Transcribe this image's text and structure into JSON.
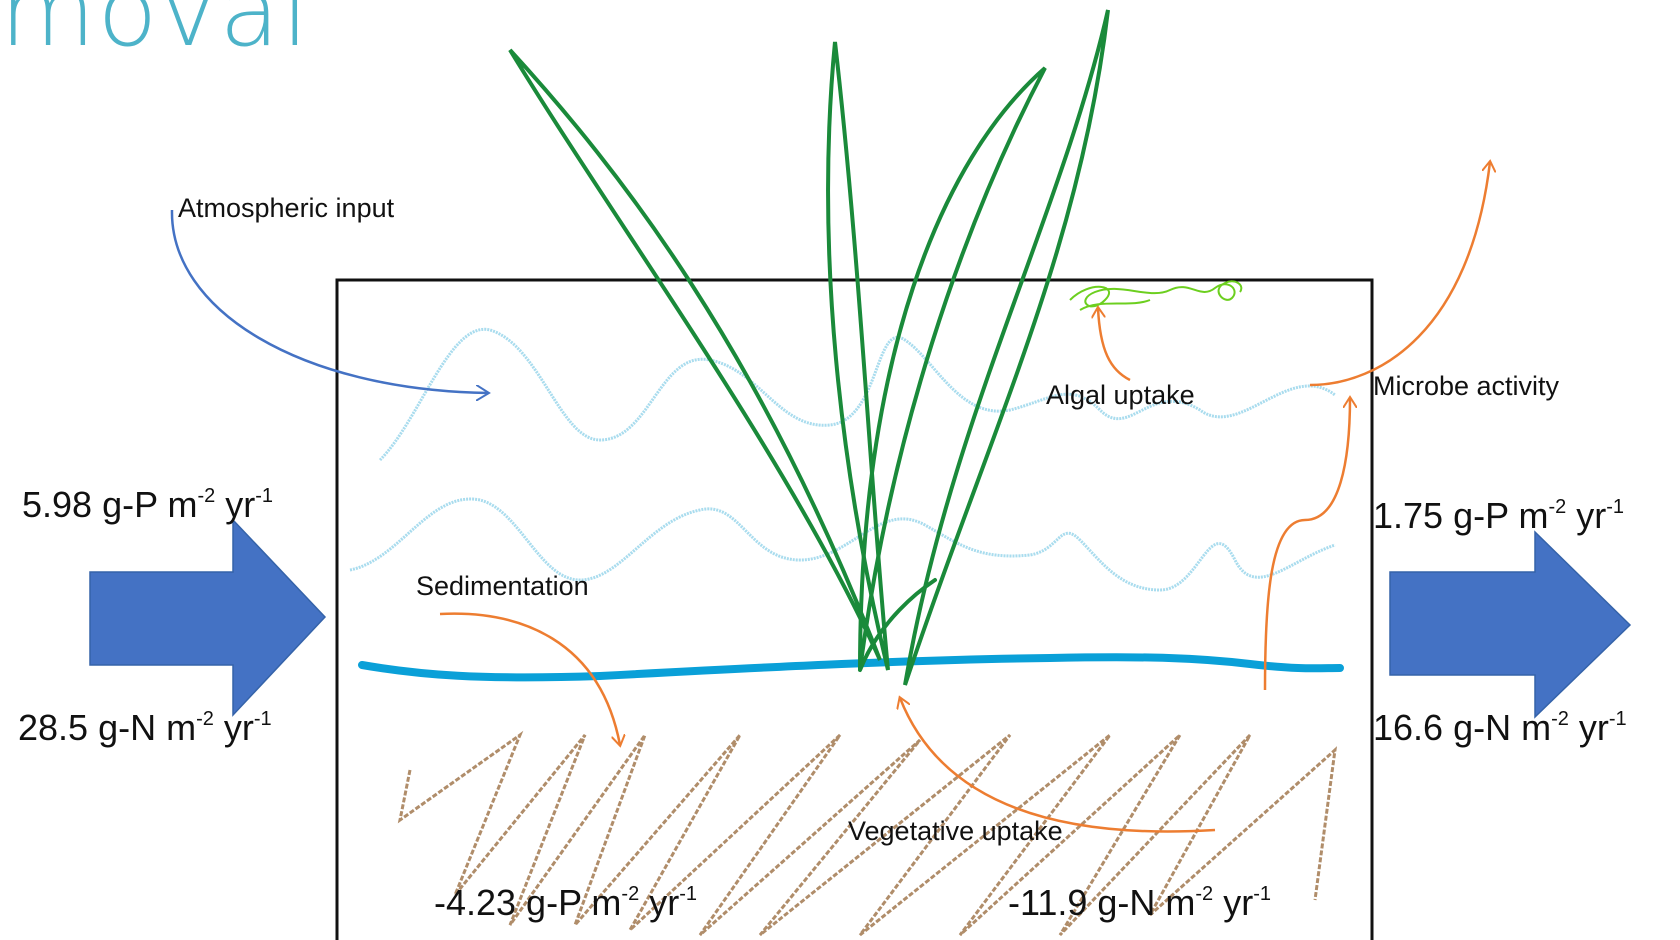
{
  "slide": {
    "title_fragment": "moval"
  },
  "labels": {
    "atmospheric": "Atmospheric input",
    "algal": "Algal uptake",
    "microbe": "Microbe activity",
    "sedimentation": "Sedimentation",
    "vegetative": "Vegetative uptake"
  },
  "rates": {
    "in_p": {
      "value": "5.98 g-P m",
      "exp1": "-2",
      "unit": " yr",
      "exp2": "-1"
    },
    "in_n": {
      "value": "28.5 g-N m",
      "exp1": "-2",
      "unit": " yr",
      "exp2": "-1"
    },
    "out_p": {
      "value": "1.75 g-P m",
      "exp1": "-2",
      "unit": " yr",
      "exp2": "-1"
    },
    "out_n": {
      "value": "16.6 g-N m",
      "exp1": "-2",
      "unit": " yr",
      "exp2": "-1"
    },
    "sed_p": {
      "value": "-4.23 g-P m",
      "exp1": "-2",
      "unit": " yr",
      "exp2": "-1"
    },
    "sed_n": {
      "value": "-11.9 g-N m",
      "exp1": "-2",
      "unit": " yr",
      "exp2": "-1"
    }
  },
  "colors": {
    "inflow_arrow": "#4472c4",
    "process_arrow": "#ed7d31",
    "water_wave": "#a9dcee",
    "water_surface": "#0aa0d8",
    "vegetation": "#1a8a3a",
    "algae": "#6ccf1f",
    "sediment": "#b08d6a",
    "title": "#4db3c9"
  }
}
